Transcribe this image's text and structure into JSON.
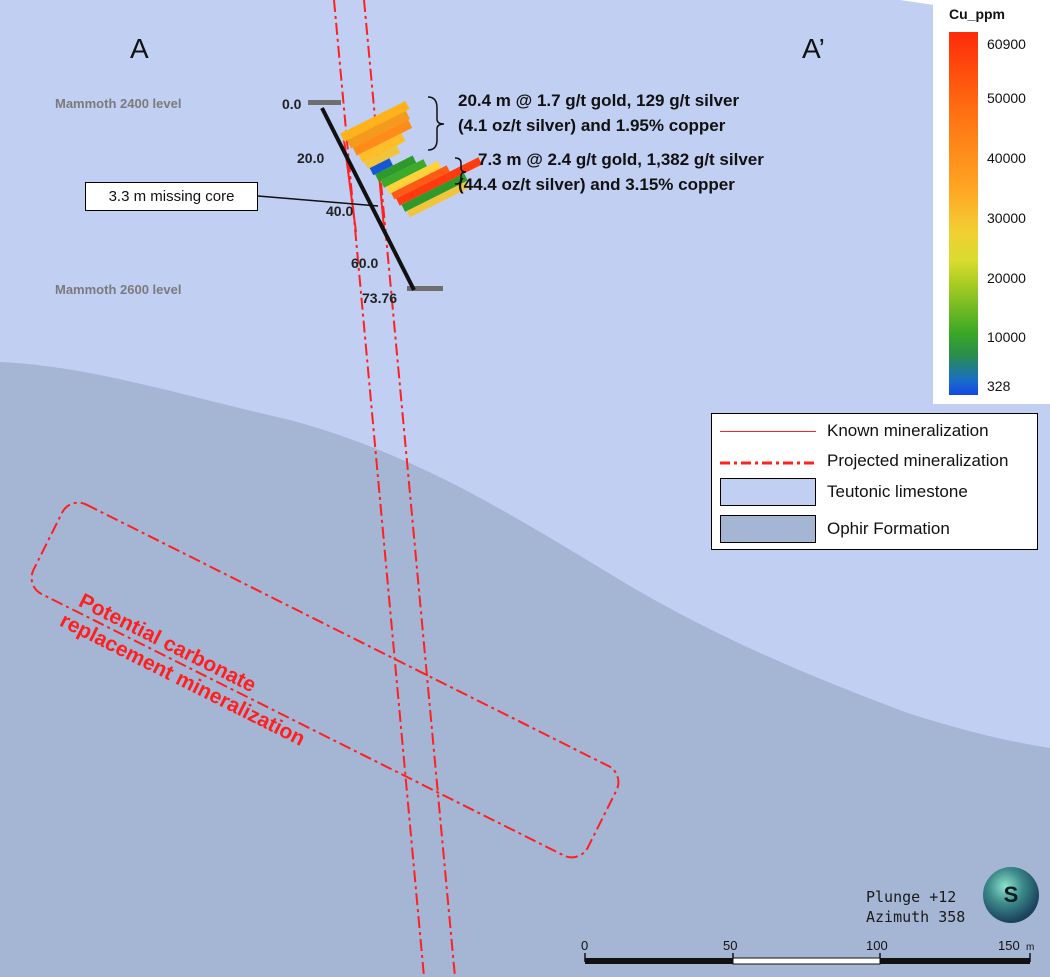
{
  "section": {
    "start_label": "A",
    "end_label": "A’"
  },
  "levels": {
    "upper": "Mammoth 2400 level",
    "lower": "Mammoth 2600 level"
  },
  "depth_labels": [
    "0.0",
    "20.0",
    "40.0",
    "60.0",
    "73.76"
  ],
  "callouts": {
    "interval1_line1": "20.4 m @ 1.7 g/t gold, 129 g/t silver",
    "interval1_line2": "(4.1 oz/t silver) and 1.95% copper",
    "interval2_line1": "7.3 m @ 2.4 g/t gold, 1,382 g/t silver",
    "interval2_line2": "(44.4 oz/t silver) and 3.15% copper",
    "missing_core": "3.3 m missing core"
  },
  "potential_zone": {
    "line1": "Potential carbonate",
    "line2": "replacement mineralization",
    "color": "#ff1f1f"
  },
  "colorbar": {
    "title": "Cu_ppm",
    "ticks": [
      "60900",
      "50000",
      "40000",
      "30000",
      "20000",
      "10000",
      "328"
    ]
  },
  "legend": {
    "items": [
      {
        "label": "Known mineralization",
        "kind": "solid-line",
        "color": "#ff2020"
      },
      {
        "label": "Projected mineralization",
        "kind": "dash-dot-line",
        "color": "#ff2020"
      },
      {
        "label": "Teutonic limestone",
        "kind": "fill",
        "color": "#c0cff2"
      },
      {
        "label": "Ophir Formation",
        "kind": "fill",
        "color": "#a5b6d5"
      }
    ]
  },
  "view": {
    "plunge": "Plunge +12",
    "azimuth": "Azimuth 358",
    "compass_letter": "S"
  },
  "scale_bar": {
    "ticks": [
      "0",
      "50",
      "100",
      "150"
    ],
    "unit": "m"
  },
  "colors": {
    "limestone": "#c0cff2",
    "ophir": "#a5b6d5",
    "mineralization": "#ff2020",
    "drillhole": "#111111"
  }
}
